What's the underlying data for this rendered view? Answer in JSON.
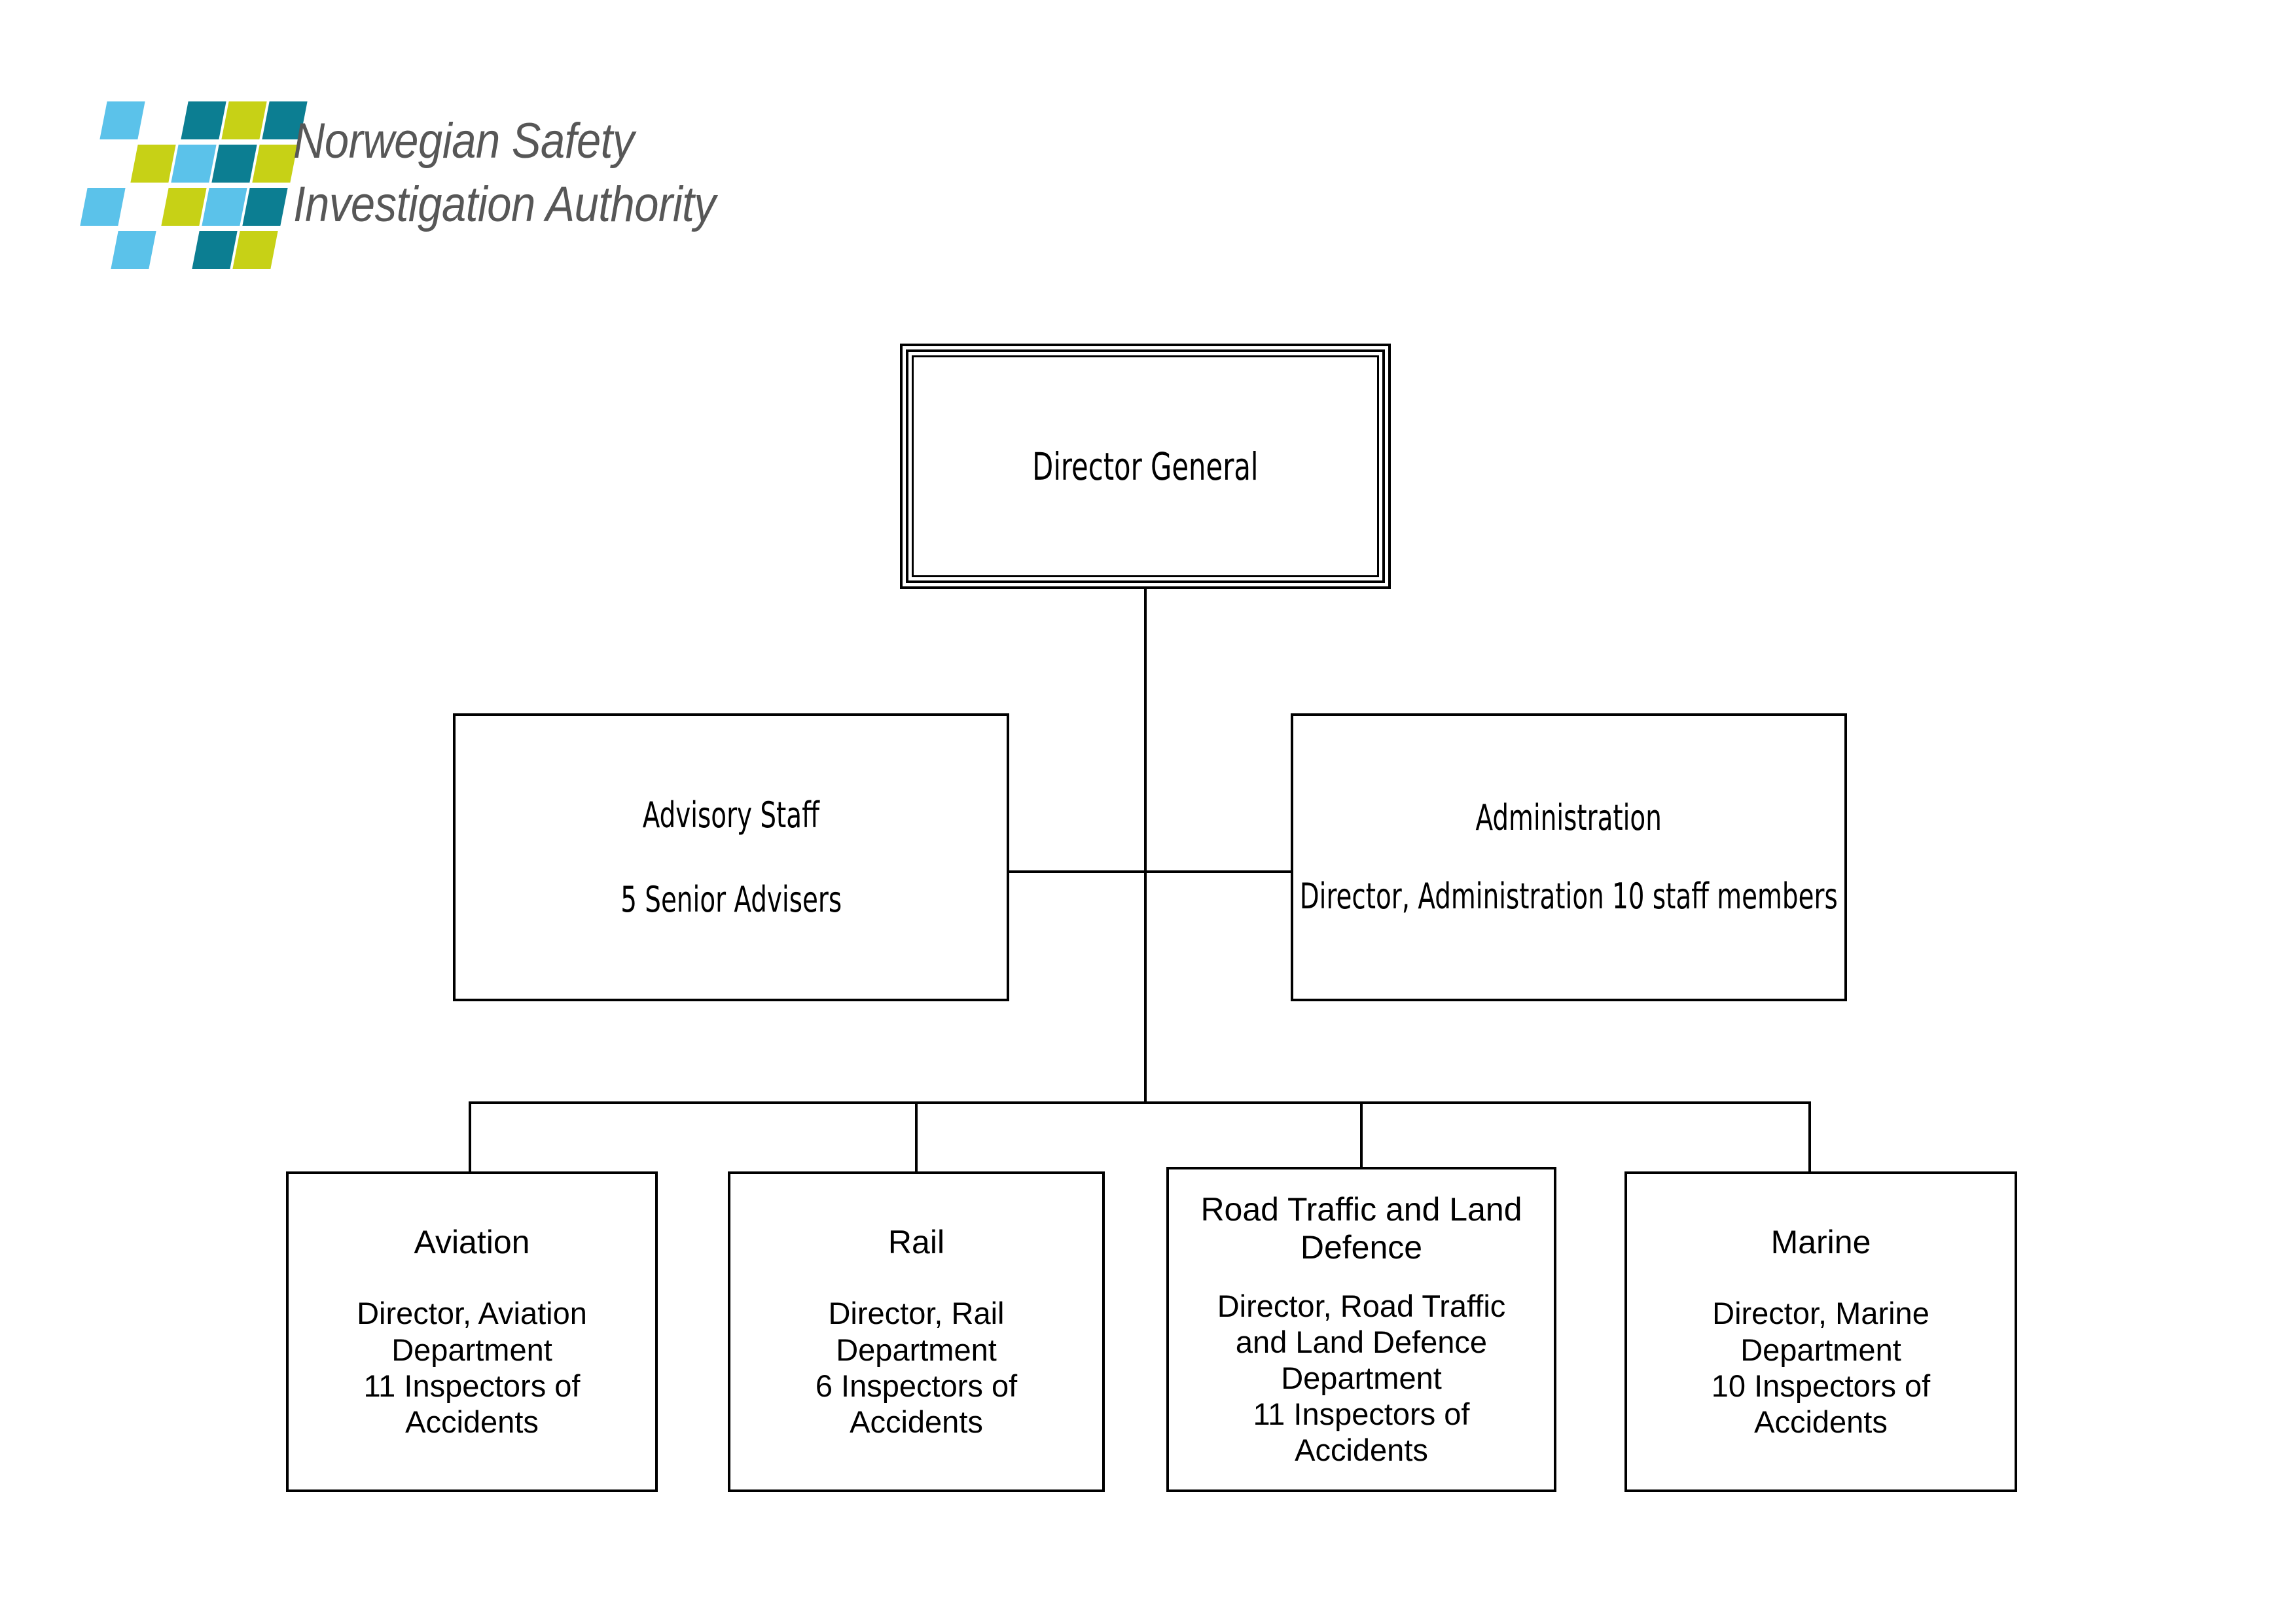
{
  "logo": {
    "name": "Norwegian Safety Investigation Authority",
    "line1": "Norwegian Safety",
    "line2": "Investigation Authority",
    "text_color": "#575757",
    "colors": {
      "blue": "#5BC2EA",
      "teal": "#0C7E92",
      "lime": "#C7D116"
    },
    "tiles": [
      [
        "blue",
        "",
        "teal",
        "lime",
        "teal"
      ],
      [
        "",
        "lime",
        "blue",
        "teal",
        "lime"
      ],
      [
        "blue",
        "",
        "lime",
        "blue",
        "teal"
      ],
      [
        "",
        "blue",
        "",
        "teal",
        "lime"
      ]
    ]
  },
  "chart_data": {
    "type": "diagram",
    "subtype": "organizational-chart",
    "title": "Norwegian Safety Investigation Authority organisation chart",
    "root": "Director General",
    "levels": [
      [
        "Director General"
      ],
      [
        "Advisory Staff",
        "Administration"
      ],
      [
        "Aviation",
        "Rail",
        "Road Traffic and Land Defence",
        "Marine"
      ]
    ],
    "edges": [
      {
        "from": "Director General",
        "to": "Advisory Staff"
      },
      {
        "from": "Director General",
        "to": "Administration"
      },
      {
        "from": "Director General",
        "to": "Aviation"
      },
      {
        "from": "Director General",
        "to": "Rail"
      },
      {
        "from": "Director General",
        "to": "Road Traffic and Land Defence"
      },
      {
        "from": "Director General",
        "to": "Marine"
      }
    ],
    "headcount": {
      "Advisory Staff": 5,
      "Administration": 10,
      "Aviation": 11,
      "Rail": 6,
      "Road Traffic and Land Defence": 11,
      "Marine": 10
    }
  },
  "chart": {
    "director_general": {
      "title": "Director General"
    },
    "advisory_staff": {
      "title": "Advisory Staff",
      "detail": "5 Senior Advisers"
    },
    "administration": {
      "title": "Administration",
      "detail": "Director, Administration\n10 staff members"
    },
    "aviation": {
      "title": "Aviation",
      "detail": "Director, Aviation\nDepartment\n11 Inspectors of\nAccidents"
    },
    "rail": {
      "title": "Rail",
      "detail": "Director, Rail\nDepartment\n6 Inspectors of\nAccidents"
    },
    "road_traffic": {
      "title": "Road Traffic and Land\nDefence",
      "detail": "Director, Road Traffic\nand Land Defence\nDepartment\n11 Inspectors of\nAccidents"
    },
    "marine": {
      "title": "Marine",
      "detail": "Director, Marine\nDepartment\n10 Inspectors of\nAccidents"
    }
  }
}
